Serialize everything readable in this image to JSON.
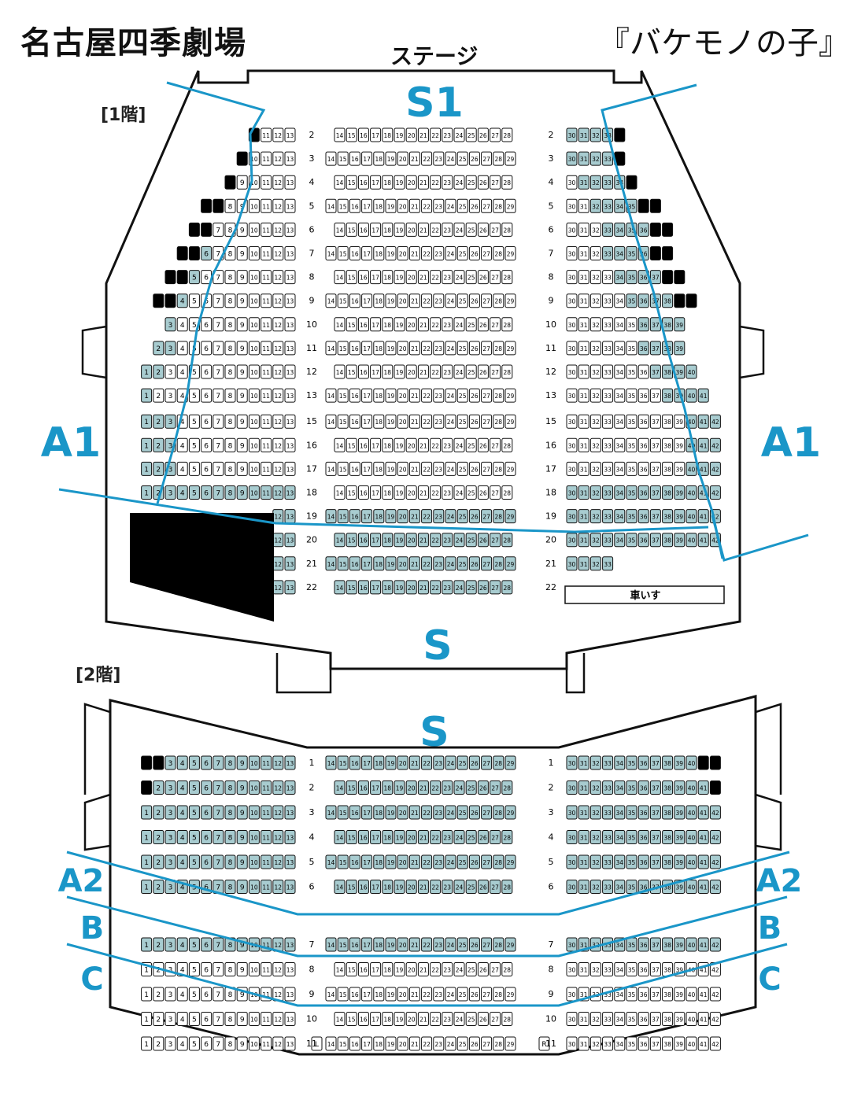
{
  "header": {
    "venue_title": "名古屋四季劇場",
    "show_title": "『バケモノの子』",
    "stage_label": "ステージ"
  },
  "floors": {
    "floor1_label": "[1階]",
    "floor2_label": "[2階]"
  },
  "zones": {
    "s1": "S1",
    "a1_left": "A1",
    "a1_right": "A1",
    "s_floor1": "S",
    "s_floor2": "S",
    "a2_left": "A2",
    "a2_right": "A2",
    "b_left": "B",
    "b_right": "B",
    "c_left": "C",
    "c_right": "C"
  },
  "wheelchair_label": "車いす",
  "colors": {
    "zone_line": "#1a96c8",
    "s_seat_fill": "#a8ccd0",
    "blocked_fill": "#000000",
    "normal_seat_fill": "#ffffff"
  },
  "floor1": {
    "rows": [
      "2",
      "3",
      "4",
      "5",
      "6",
      "7",
      "8",
      "9",
      "10",
      "11",
      "12",
      "13",
      "15",
      "16",
      "17",
      "18",
      "19",
      "20",
      "21",
      "22"
    ],
    "center_even_rows": "14-28",
    "center_odd_rows": "14-29"
  },
  "floor2": {
    "rows": [
      "1",
      "2",
      "3",
      "4",
      "5",
      "6",
      "7",
      "8",
      "9",
      "10",
      "11"
    ],
    "row11_markers": [
      "L",
      "R"
    ]
  }
}
